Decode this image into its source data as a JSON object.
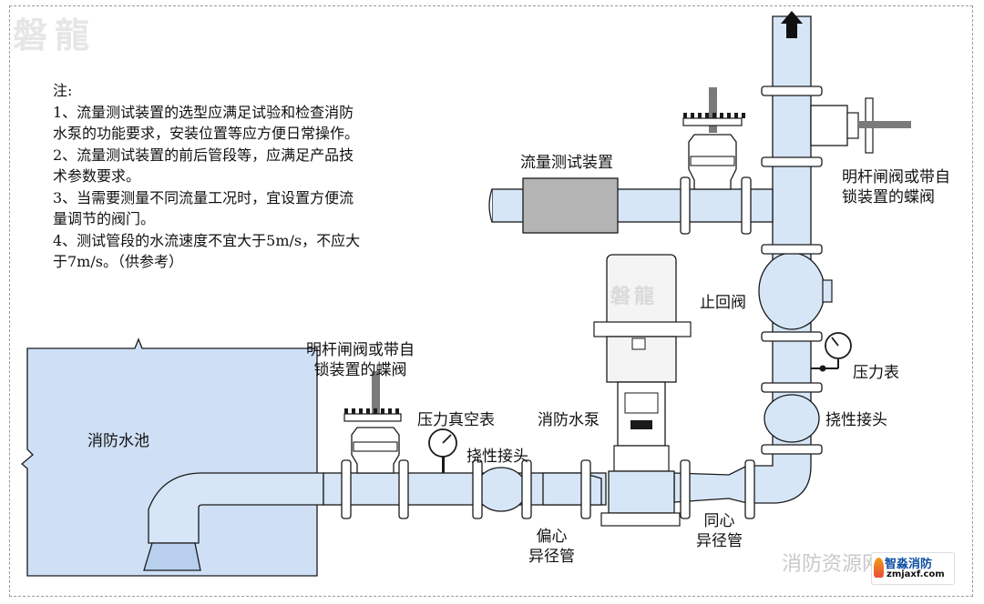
{
  "logo_text": "磐龍",
  "pump_logo": "磐龍",
  "notes": [
    "注:",
    "1、流量测试装置的选型应满足试验和检查消防",
    "水泵的功能要求，安装位置等应方便日常操作。",
    "2、流量测试装置的前后管段等，应满足产品技",
    "术参数要求。",
    "3、当需要测量不同流量工况时，宜设置方便流",
    "量调节的阀门。",
    "4、测试管段的水流速度不宜大于5m/s，不应大",
    "于7m/s。（供参考）"
  ],
  "labels": {
    "flow_device": "流量测试装置",
    "gate_valve_top": [
      "明杆闸阀或带自",
      "锁装置的蝶阀"
    ],
    "check_valve": "止回阀",
    "pressure_gauge": "压力表",
    "flex_joint_right": "挠性接头",
    "pool": "消防水池",
    "gate_valve_bottom": [
      "明杆闸阀或带自",
      "锁装置的蝶阀"
    ],
    "vacuum_gauge": "压力真空表",
    "flex_joint_left": "挠性接头",
    "pump": "消防水泵",
    "eccentric_reducer": [
      "偏心",
      "异径管"
    ],
    "concentric_reducer": [
      "同心",
      "异径管"
    ]
  },
  "watermark": "消防资源网",
  "badge": {
    "line1": "智淼消防",
    "line2": "zmjaxf.com"
  },
  "colors": {
    "pipe": "#d6e6f7",
    "pool": "#cfe0f6",
    "line": "#1a1a1a",
    "flow_device": "#b4b4b4"
  }
}
